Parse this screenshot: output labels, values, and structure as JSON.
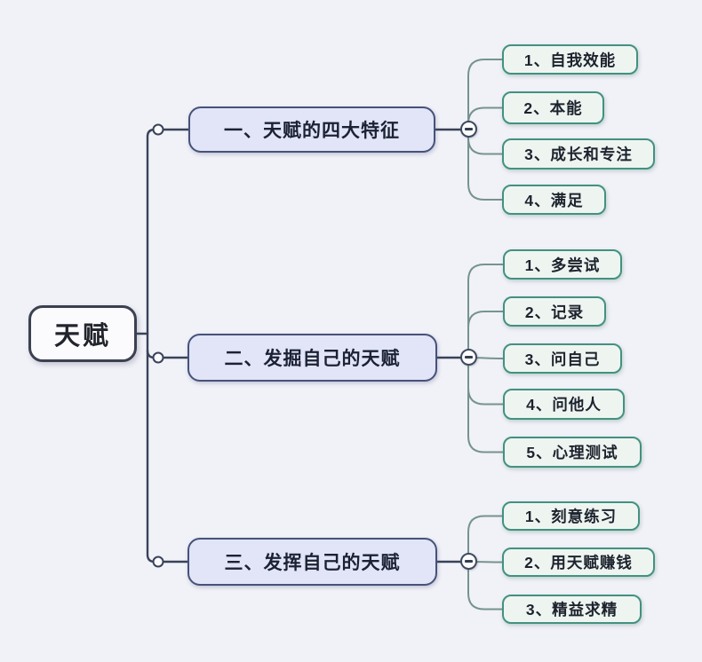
{
  "colors": {
    "background": "#f1f1f8",
    "root_fill": "#fbfbfd",
    "root_border": "#3b4150",
    "branch_fill": "#e1e5f7",
    "branch_border": "#46527a",
    "leaf_fill": "#eef5f1",
    "leaf_border": "#43917f",
    "trunk_line": "#394358",
    "leaf_line": "#75948d"
  },
  "mindmap": {
    "root": {
      "label": "天赋"
    },
    "branches": [
      {
        "label": "一、天赋的四大特征",
        "collapse_icon": "minus",
        "children": [
          {
            "label": "1、自我效能"
          },
          {
            "label": "2、本能"
          },
          {
            "label": "3、成长和专注"
          },
          {
            "label": "4、满足"
          }
        ]
      },
      {
        "label": "二、发掘自己的天赋",
        "collapse_icon": "minus",
        "children": [
          {
            "label": "1、多尝试"
          },
          {
            "label": "2、记录"
          },
          {
            "label": "3、问自己"
          },
          {
            "label": "4、问他人"
          },
          {
            "label": "5、心理测试"
          }
        ]
      },
      {
        "label": "三、发挥自己的天赋",
        "collapse_icon": "minus",
        "children": [
          {
            "label": "1、刻意练习"
          },
          {
            "label": "2、用天赋赚钱"
          },
          {
            "label": "3、精益求精"
          }
        ]
      }
    ]
  }
}
